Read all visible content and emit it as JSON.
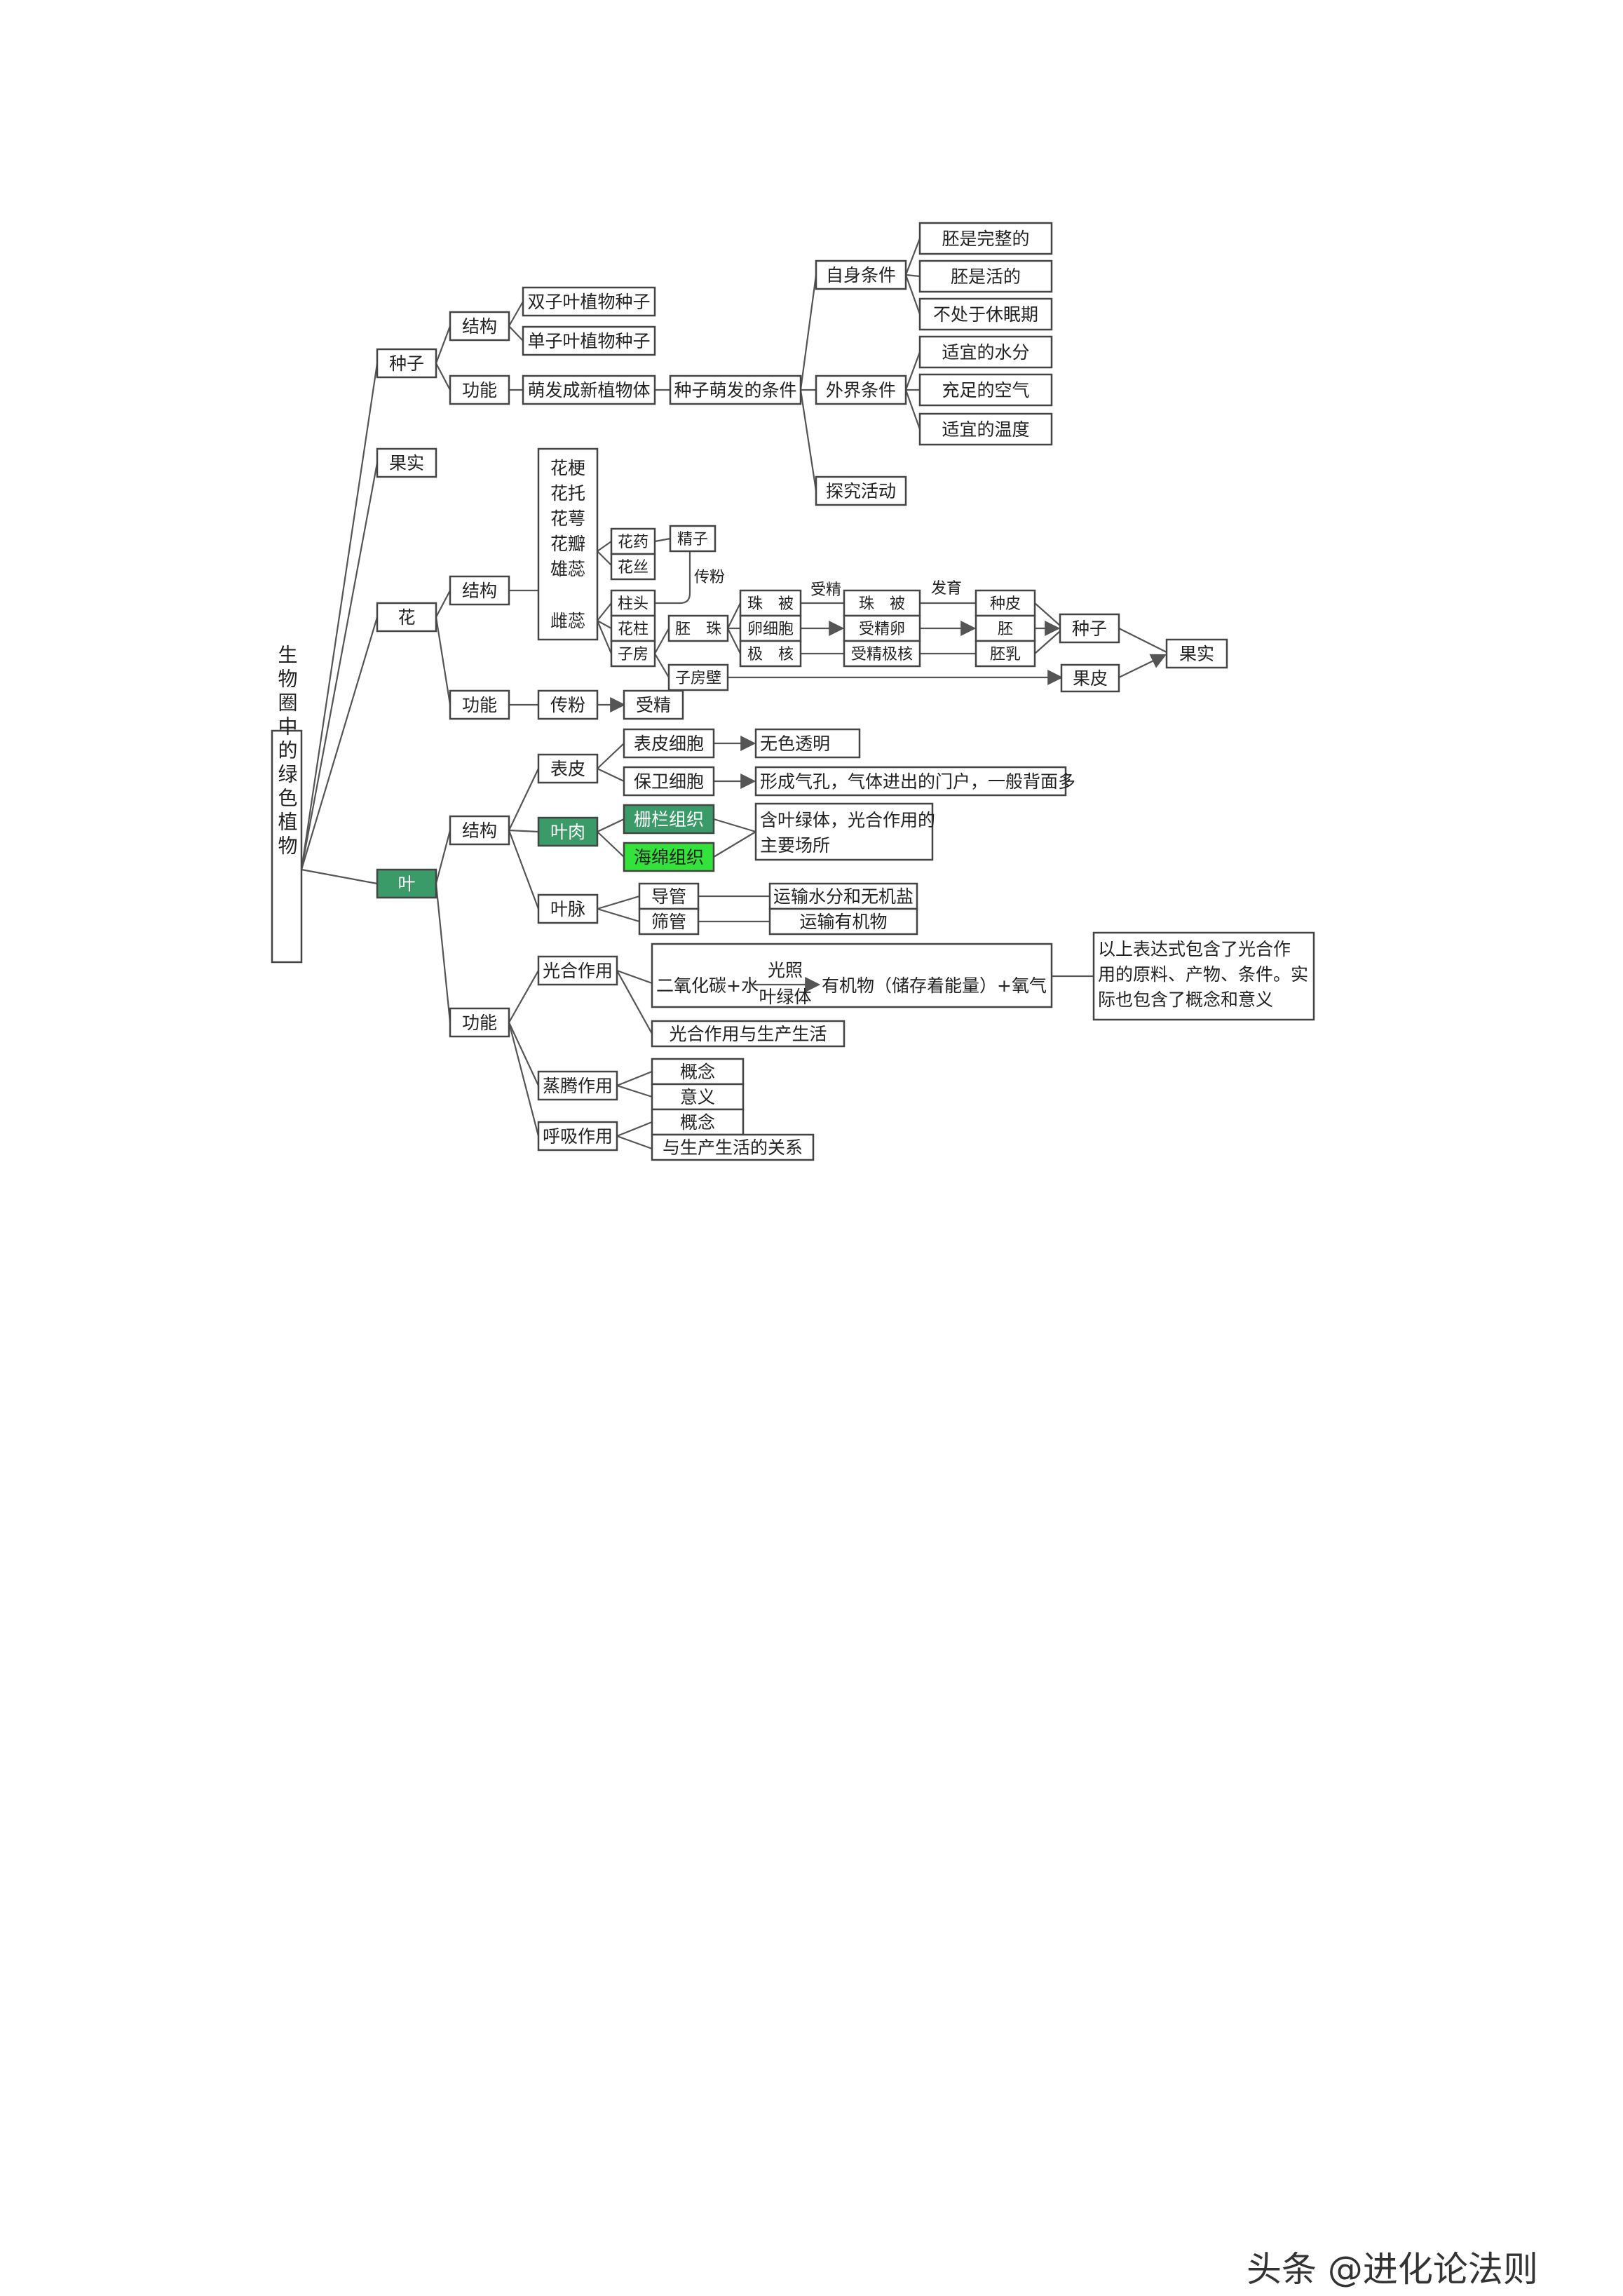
{
  "root": "生物圈中的绿色植物",
  "seed": {
    "label": "种子",
    "structure": "结构",
    "function": "功能",
    "dicot": "双子叶植物种子",
    "monocot": "单子叶植物种子",
    "develop": "萌发成新植物体",
    "germination_conditions": "种子萌发的条件",
    "self_conditions": "自身条件",
    "external_conditions": "外界条件",
    "explore": "探究活动",
    "embryo_complete": "胚是完整的",
    "embryo_alive": "胚是活的",
    "not_dormant": "不处于休眠期",
    "water": "适宜的水分",
    "air": "充足的空气",
    "temperature": "适宜的温度"
  },
  "fruit_label": "果实",
  "flower": {
    "label": "花",
    "structure": "结构",
    "function": "功能",
    "parts": "花梗\n花托\n花萼\n花瓣\n雄蕊",
    "pistil": "雌蕊",
    "anther": "花药",
    "filament": "花丝",
    "sperm": "精子",
    "stigma": "柱头",
    "style": "花柱",
    "ovary": "子房",
    "pollination_label": "传粉",
    "ovule": "胚　珠",
    "integument": "珠　被",
    "egg_cell": "卵细胞",
    "polar_nuclei": "极　核",
    "fertilization_label": "受精",
    "integument2": "珠　被",
    "zygote": "受精卵",
    "fertilized_polar": "受精极核",
    "develop_label": "发育",
    "seed_coat": "种皮",
    "embryo": "胚",
    "endosperm": "胚乳",
    "seed": "种子",
    "ovary_wall": "子房壁",
    "pericarp": "果皮",
    "fruit": "果实",
    "pollination": "传粉",
    "fertilization": "受精"
  },
  "leaf": {
    "label": "叶",
    "structure": "结构",
    "function": "功能",
    "epidermis": "表皮",
    "mesophyll": "叶肉",
    "vein": "叶脉",
    "epidermal_cell": "表皮细胞",
    "guard_cell": "保卫细胞",
    "colorless": "无色透明",
    "stoma": "形成气孔，气体进出的门户，一般背面多",
    "palisade": "栅栏组织",
    "spongy": "海绵组织",
    "chloroplast_line1": "含叶绿体，光合作用的",
    "chloroplast_line2": "主要场所",
    "vessel": "导管",
    "sieve_tube": "筛管",
    "water_minerals": "运输水分和无机盐",
    "organic": "运输有机物",
    "photosynthesis": "光合作用",
    "equation_left": "二氧化碳+水",
    "equation_top": "光照",
    "equation_bottom": "叶绿体",
    "equation_right": "有机物（储存着能量）+氧气",
    "note_line1": "以上表达式包含了光合作",
    "note_line2": "用的原料、产物、条件。实",
    "note_line3": "际也包含了概念和意义",
    "photo_life": "光合作用与生产生活",
    "transpiration": "蒸腾作用",
    "concept1": "概念",
    "meaning": "意义",
    "respiration": "呼吸作用",
    "concept2": "概念",
    "life_relation": "与生产生活的关系"
  },
  "watermark": "头条 @进化论法则",
  "colors": {
    "dark_green": "#3a9a68",
    "lime_green": "#33e23a",
    "line": "#555555"
  }
}
